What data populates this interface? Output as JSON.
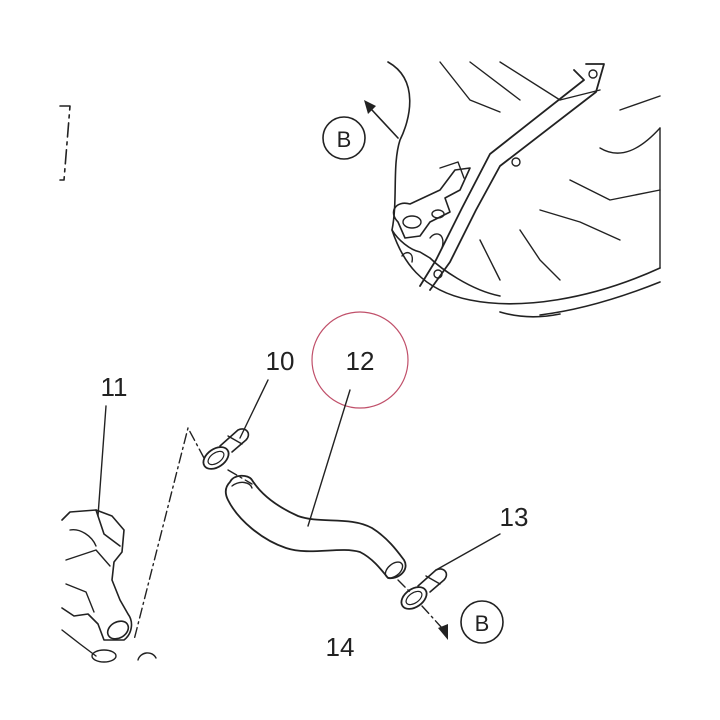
{
  "diagram": {
    "part_labels": {
      "p10": "10",
      "p11": "11",
      "p12": "12",
      "p13": "13",
      "p14": "14"
    },
    "callouts": {
      "top_b": "B",
      "bottom_b": "B"
    },
    "highlight_color": "#c0506a"
  }
}
